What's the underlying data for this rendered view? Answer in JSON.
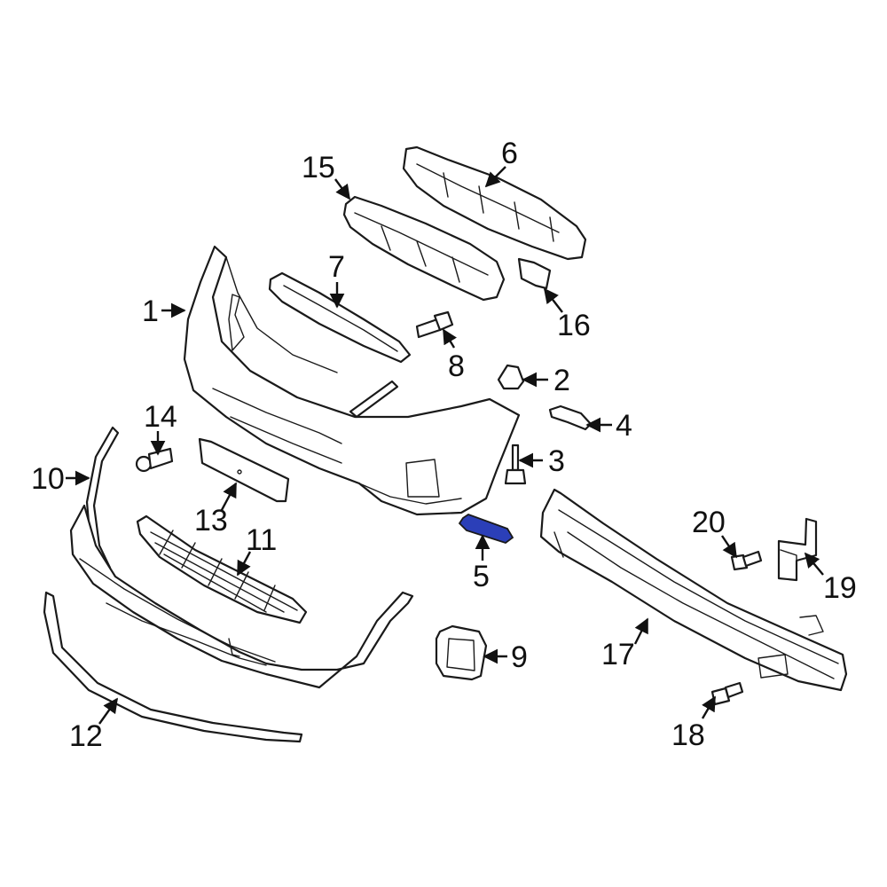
{
  "diagram": {
    "highlight_color": "#2b3fb8",
    "callouts": [
      "1",
      "2",
      "3",
      "4",
      "5",
      "6",
      "7",
      "8",
      "9",
      "10",
      "11",
      "12",
      "13",
      "14",
      "15",
      "16",
      "17",
      "18",
      "19",
      "20"
    ]
  }
}
